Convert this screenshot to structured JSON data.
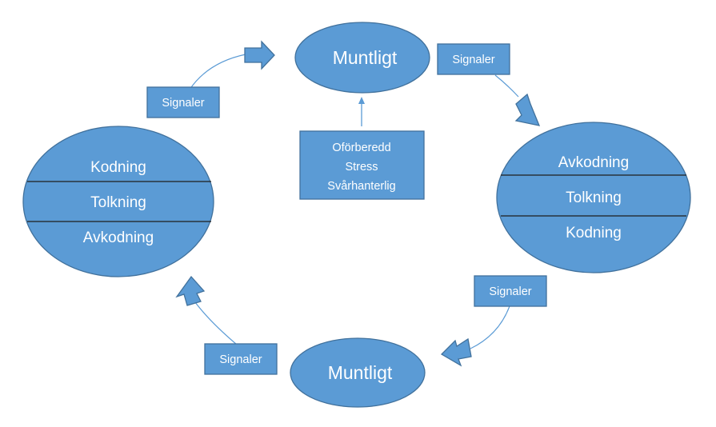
{
  "nodes": {
    "top": {
      "label": "Muntligt"
    },
    "bottom": {
      "label": "Muntligt"
    },
    "left": {
      "rows": [
        "Kodning",
        "Tolkning",
        "Avkodning"
      ]
    },
    "right": {
      "rows": [
        "Avkodning",
        "Tolkning",
        "Kodning"
      ]
    }
  },
  "signals": {
    "top_left": "Signaler",
    "top_right": "Signaler",
    "bottom_right": "Signaler",
    "bottom_left": "Signaler"
  },
  "barriers": [
    "Oförberedd",
    "Stress",
    "Svårhanterlig"
  ],
  "colors": {
    "fill": "#5b9bd5",
    "stroke": "#41719c",
    "text": "#ffffff",
    "divider": "#1f1f1f"
  }
}
